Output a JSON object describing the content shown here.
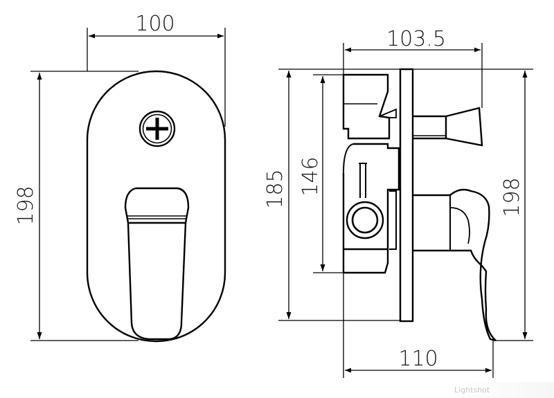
{
  "dimensions": {
    "front_width": "100",
    "front_height": "198",
    "side_depth_top": "103.5",
    "side_depth_bottom": "110",
    "side_body_height": "185",
    "side_inner_height": "146",
    "side_total_height": "198"
  },
  "watermark": "Lightshot"
}
